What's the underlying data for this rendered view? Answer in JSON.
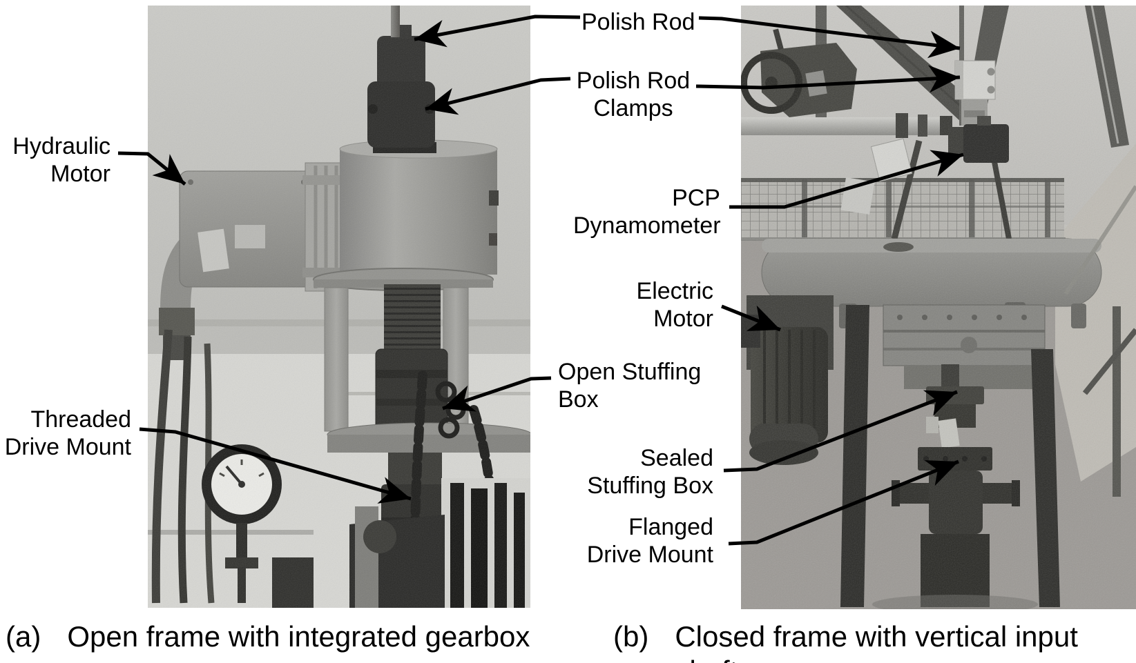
{
  "figure": {
    "type": "annotated-photo-figure",
    "background_color": "#ffffff",
    "annotation_color": "#000000",
    "labels": {
      "polish_rod": "Polish Rod",
      "polish_rod_clamps": "Polish Rod\nClamps",
      "hydraulic_motor": "Hydraulic\nMotor",
      "threaded_drive_mount": "Threaded\nDrive Mount",
      "open_stuffing_box": "Open Stuffing\nBox",
      "pcp_dynamometer": "PCP\nDynamometer",
      "electric_motor": "Electric\nMotor",
      "sealed_stuffing_box": "Sealed\nStuffing Box",
      "flanged_drive_mount": "Flanged\nDrive Mount"
    },
    "captions": {
      "a": {
        "marker": "(a)",
        "text": "Open frame with integrated gearbox"
      },
      "b": {
        "marker": "(b)",
        "text": "Closed frame with vertical input shaft"
      }
    },
    "photo_colors": {
      "sky": "#c7c7c3",
      "ground": "#9c9995",
      "machinery_gray": "#8e8e8a",
      "machinery_dark": "#30302d"
    }
  }
}
